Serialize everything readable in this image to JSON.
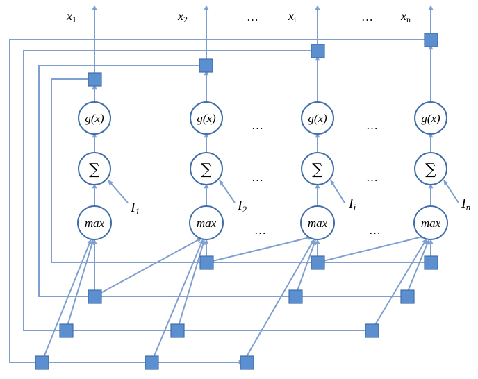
{
  "labels": {
    "gx": "g(x)",
    "sum": "∑",
    "max": "max",
    "ellipsis": "…"
  },
  "outputs": [
    {
      "base": "x",
      "sub": "1"
    },
    {
      "base": "x",
      "sub": "2"
    },
    {
      "base": "x",
      "sub": "i"
    },
    {
      "base": "x",
      "sub": "n"
    }
  ],
  "inputs": [
    {
      "base": "I",
      "sub": "1"
    },
    {
      "base": "I",
      "sub": "2"
    },
    {
      "base": "I",
      "sub": "i"
    },
    {
      "base": "I",
      "sub": "n"
    }
  ],
  "colors": {
    "wire": "#7f9fd0",
    "node_stroke": "#3f6ea8",
    "junction_fill": "#5b8fcf"
  }
}
